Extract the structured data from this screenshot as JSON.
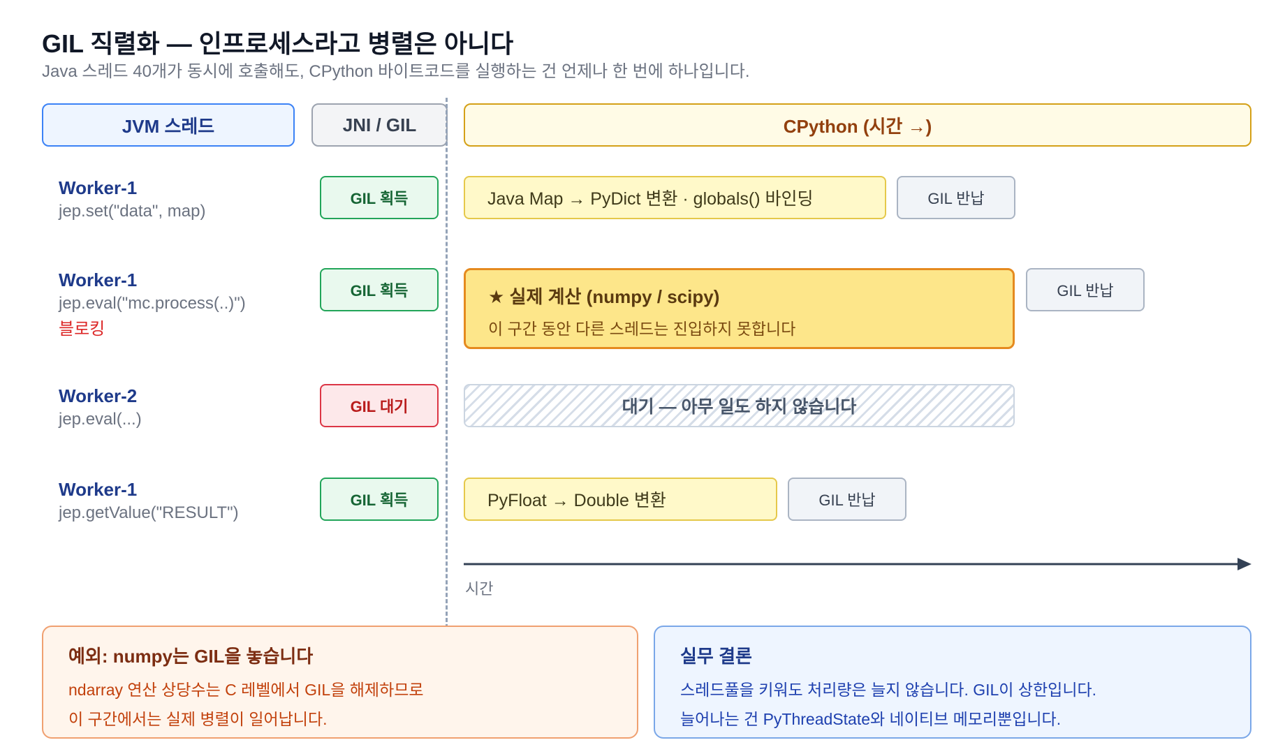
{
  "title": "GIL 직렬화 — 인프로세스라고 병렬은 아니다",
  "subtitle": "Java 스레드 40개가 동시에 호출해도, CPython 바이트코드를 실행하는 건 언제나 한 번에 하나입니다.",
  "headers": {
    "jvm": "JVM 스레드",
    "jni": "JNI / GIL",
    "cpython": "CPython (시간 →)"
  },
  "rows": [
    {
      "worker": "Worker-1",
      "call": "jep.set(\"data\", map)",
      "gil": "GIL 획득",
      "bar": "Java Map → PyDict 변환 · globals() 바인딩",
      "release": "GIL 반납"
    },
    {
      "worker": "Worker-1",
      "call": "jep.eval(\"mc.process(..)\")",
      "note": "블로킹",
      "gil": "GIL 획득",
      "bar_title": "★ 실제 계산 (numpy / scipy)",
      "bar_sub": "이 구간 동안 다른 스레드는 진입하지 못합니다",
      "release": "GIL 반납"
    },
    {
      "worker": "Worker-2",
      "call": "jep.eval(...)",
      "gil": "GIL 대기",
      "bar": "대기 — 아무 일도 하지 않습니다"
    },
    {
      "worker": "Worker-1",
      "call": "jep.getValue(\"RESULT\")",
      "gil": "GIL 획득",
      "bar": "PyFloat → Double 변환",
      "release": "GIL 반납"
    }
  ],
  "axis_label": "시간",
  "exception": {
    "title": "예외: numpy는 GIL을 놓습니다",
    "line1": "ndarray 연산 상당수는 C 레벨에서 GIL을 해제하므로",
    "line2": "이 구간에서는 실제 병렬이 일어납니다."
  },
  "conclusion": {
    "title": "실무 결론",
    "line1": "스레드풀을 키워도 처리량은 늘지 않습니다. GIL이 상한입니다.",
    "line2": "늘어나는 건 PyThreadState와 네이티브 메모리뿐입니다."
  },
  "colors": {
    "acquire": "#22a559",
    "wait": "#dc3545",
    "compute": "#e58a1f",
    "jvm": "#3b82f6"
  }
}
